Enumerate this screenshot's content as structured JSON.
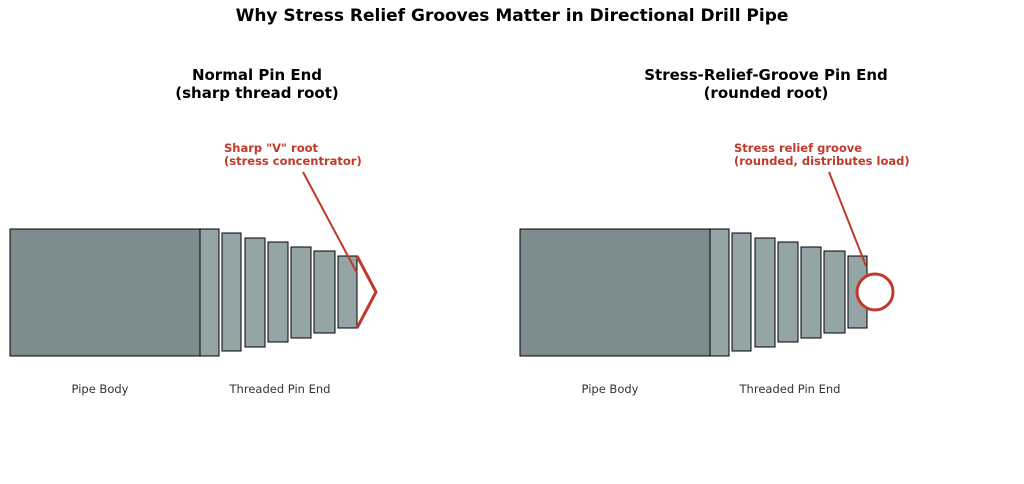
{
  "title": "Why Stress Relief Grooves Matter in Directional Drill Pipe",
  "colors": {
    "body_fill": "#7f8c8d",
    "thread_fill": "#95a5a6",
    "outline": "#000000",
    "highlight": "#c0392b"
  },
  "left_panel": {
    "title_line1": "Normal Pin End",
    "title_line2": "(sharp thread root)",
    "callout_line1": "Sharp \"V\" root",
    "callout_line2": "(stress concentrator)",
    "body_label": "Pipe Body",
    "thread_label": "Threaded Pin End",
    "root_shape": "triangle"
  },
  "right_panel": {
    "title_line1": "Stress-Relief-Groove Pin End",
    "title_line2": "(rounded root)",
    "callout_line1": "Stress relief groove",
    "callout_line2": "(rounded, distributes load)",
    "body_label": "Pipe Body",
    "thread_label": "Threaded Pin End",
    "root_shape": "circle"
  }
}
